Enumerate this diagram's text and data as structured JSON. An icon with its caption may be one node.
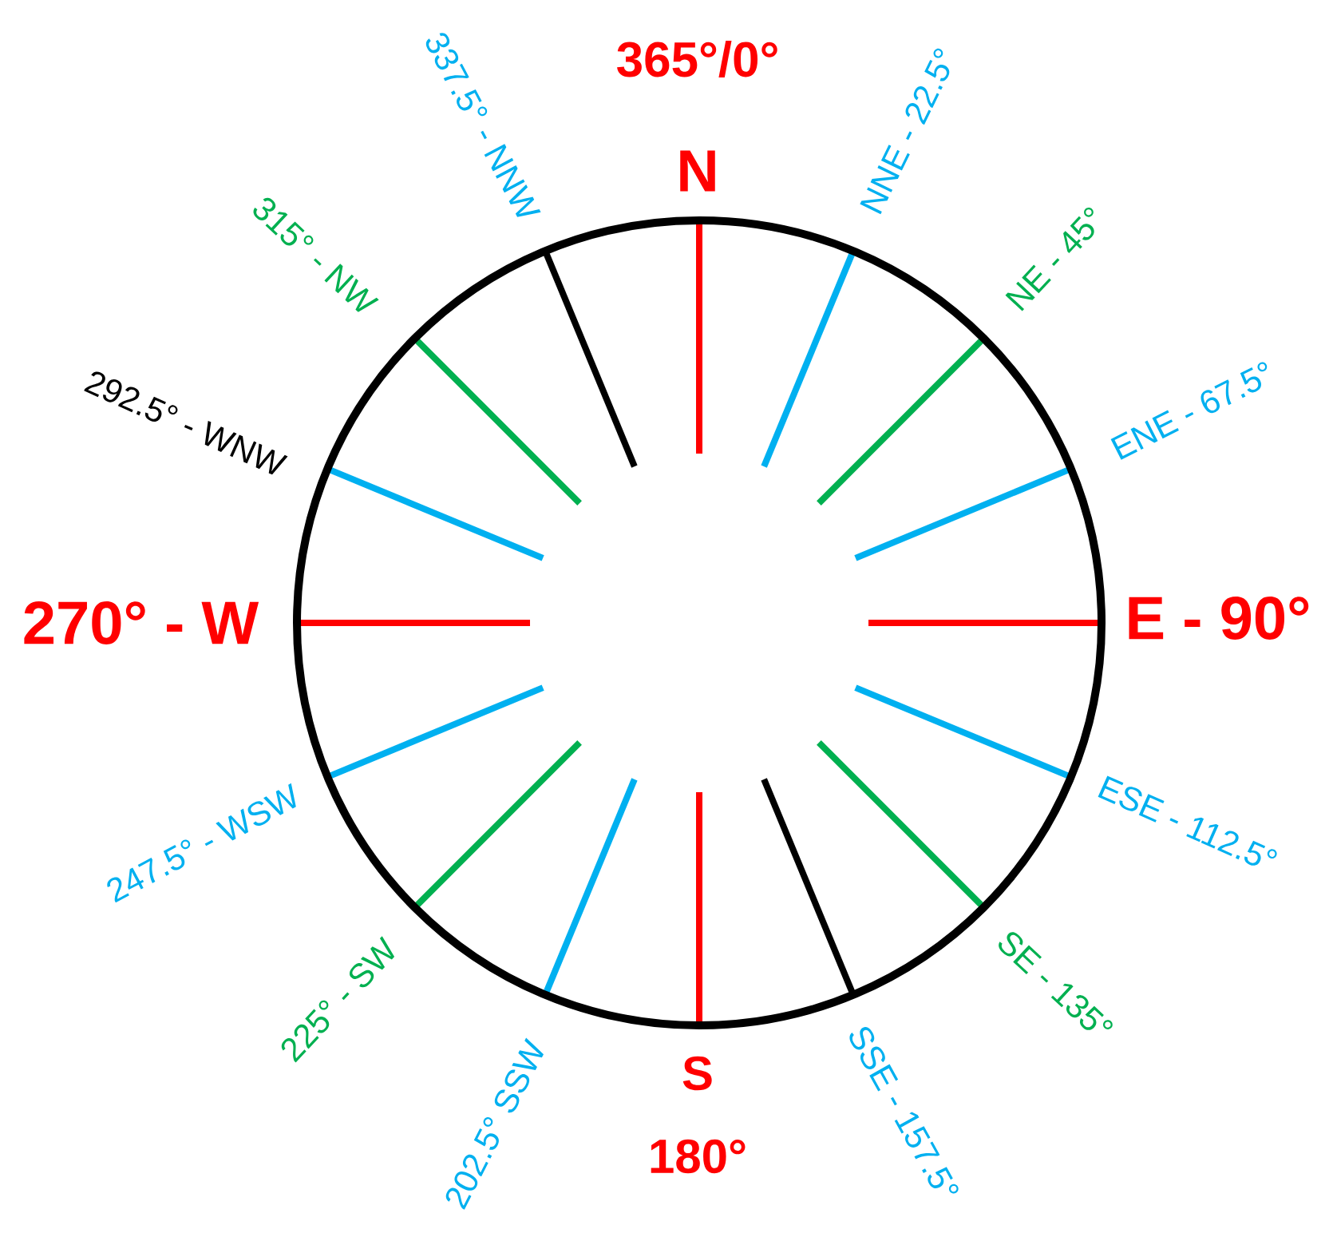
{
  "diagram": {
    "labels": [
      "337.5° - NNW",
      "365°/0°",
      "N",
      "NNE - 22.5°",
      "315° - NW",
      "NE - 45°",
      "292.5° - WNW",
      "ENE - 67.5°",
      "270° - W",
      "E - 90°",
      "247.5° - WSW",
      "ESE - 112.5°",
      "225° - SW",
      "SE - 135°",
      "202.5° SSW",
      "S",
      "SSE - 157.5°",
      "180°"
    ]
  }
}
